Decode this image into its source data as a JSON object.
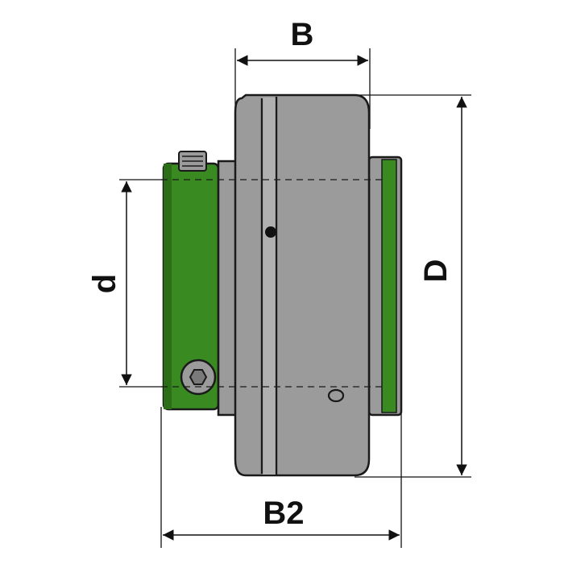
{
  "labels": {
    "width_b": "B",
    "diameter_outer": "D",
    "diameter_bore": "d",
    "width_b2": "B2"
  },
  "colors": {
    "housing_fill": "#9b9b9b",
    "collar_green": "#3a8a22",
    "outline": "#1a1a1a",
    "dimension_line": "#111111",
    "background": "#ffffff"
  }
}
